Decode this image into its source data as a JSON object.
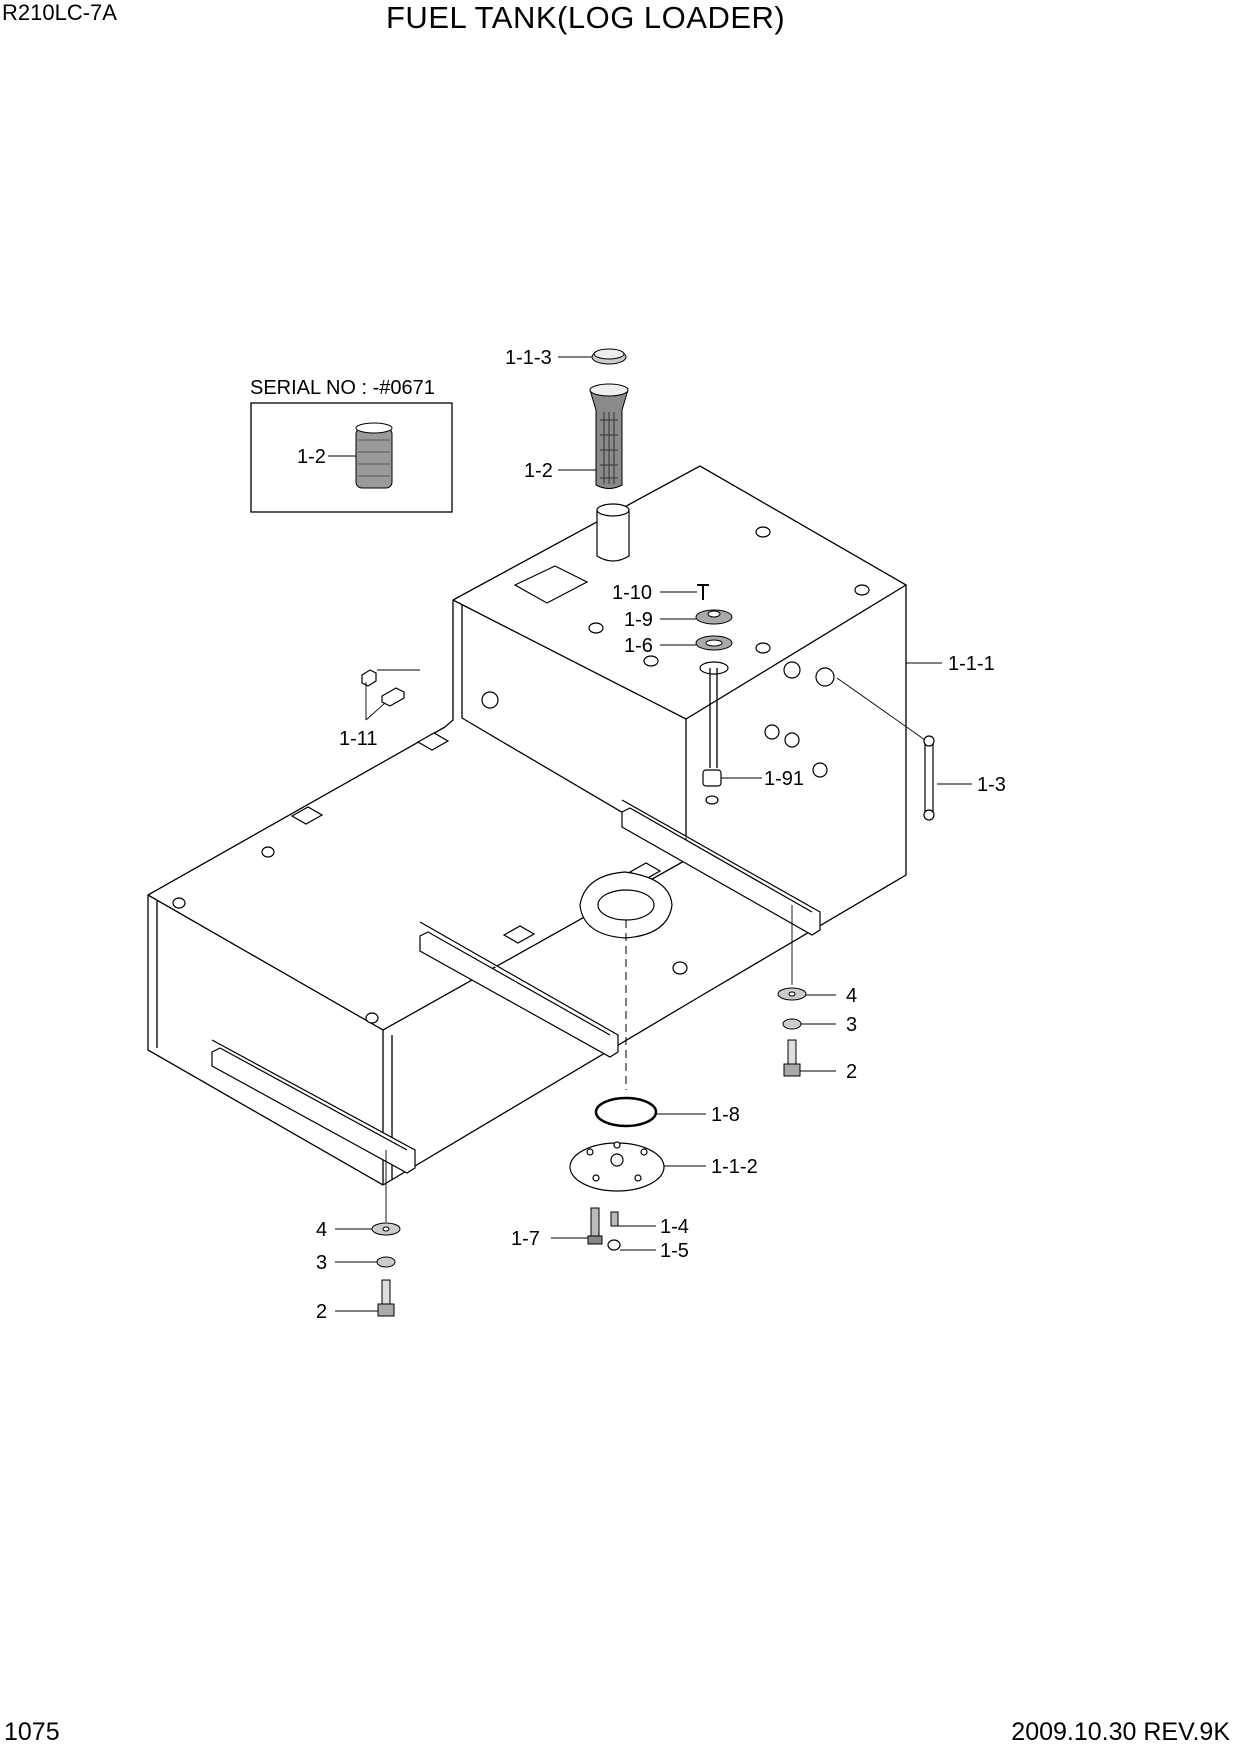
{
  "header": {
    "model": "R210LC-7A",
    "title": "FUEL TANK(LOG LOADER)"
  },
  "footer": {
    "page_number": "1075",
    "revision": "2009.10.30  REV.9K"
  },
  "inset": {
    "caption": "SERIAL NO : -#0671",
    "label": "1-2"
  },
  "callouts": {
    "c_1_1_3": "1-1-3",
    "c_1_2": "1-2",
    "c_1_10": "1-10",
    "c_1_9": "1-9",
    "c_1_6": "1-6",
    "c_1_1_1": "1-1-1",
    "c_1_11": "1-11",
    "c_1_91": "1-91",
    "c_1_3": "1-3",
    "c_4_right": "4",
    "c_3_right": "3",
    "c_2_right": "2",
    "c_1_8": "1-8",
    "c_1_1_2": "1-1-2",
    "c_1_4": "1-4",
    "c_1_7": "1-7",
    "c_1_5": "1-5",
    "c_4_left": "4",
    "c_3_left": "3",
    "c_2_left": "2"
  }
}
